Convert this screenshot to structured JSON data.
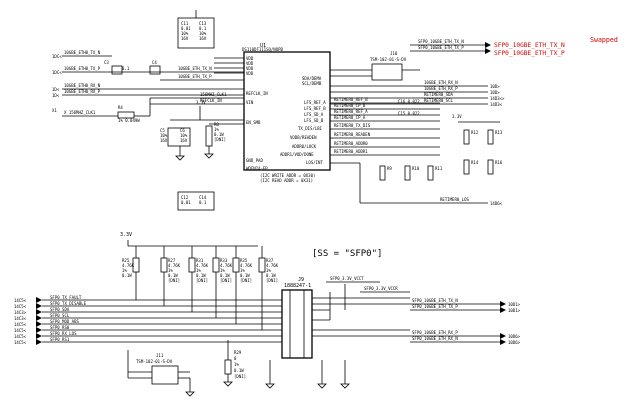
{
  "top_right_nets": {
    "tx_n": "SFP0_10GBE_ETH_TX_N",
    "tx_p": "SFP0_10GBE_ETH_TX_P",
    "note": "Swapped"
  },
  "left_nets": [
    "10GBE_ETH0_TX_N",
    "10GBE_ETH0_TX_P",
    "10GBE_ETH0_RX_N",
    "10GBE_ETH0_RX_P"
  ],
  "clk_net": "X 156MHZ_CLK1",
  "supply": "3.3V",
  "retimer": {
    "refdes": "U1",
    "part": "DS110DF111SQ/NOPB",
    "pins_left": [
      "VDD",
      "VDD",
      "VDD",
      "VDD",
      "REFCLK_IN",
      "VIN",
      "EN_SMB",
      "GND_PAD"
    ],
    "pins_right": [
      "SDA/DEMA",
      "SCL/DEMB",
      "LFS_REF_A",
      "LFS_REF_B",
      "LFS_SD_A",
      "LFS_SD_B",
      "TX_DIS/LBI",
      "VODB/READEN",
      "ADDR0/LOCK",
      "ADDR1/VOD/DONE",
      "LOS/INT"
    ],
    "footprint": "WQFN24-EP",
    "note1": "(I2C WRITE ADDR = 0X30)",
    "note2": "(I2C READ ADDR = 0X31)"
  },
  "retimer_nets": [
    "RETIMER0_REF_B",
    "RETIMER0_CP_B",
    "RETIMER0_REF_A",
    "RETIMER0_CP_A",
    "RETIMER0_TX_DIS",
    "RETIMER0_READEN",
    "RETIMER0_ADDR0",
    "RETIMER0_ADDR1",
    "RETIMER0_LOS"
  ],
  "retimer_right_nets": [
    "10GBE_ETH_RX_N",
    "10GBE_ETH_RX_P",
    "RETIMER0_SDA",
    "RETIMER0_SCL"
  ],
  "j10": {
    "refdes": "J10",
    "part": "TSM-102-01-S-DV"
  },
  "j11": {
    "refdes": "J11",
    "part": "TSM-102-01-S-DV"
  },
  "ss_label": "[SS = \"SFP0\"]",
  "sfp_signals": [
    "SFP0_TX_FAULT",
    "SFP0_TX_DISABLE",
    "SFP0_SDA",
    "SFP0_SCL",
    "SFP0_MOD_ABS",
    "SFP0_RS0",
    "SFP0_RX_LOS",
    "SFP0_RS1"
  ],
  "sfp_bus_labels": [
    "14C5<",
    "14C5<",
    "14C3>",
    "14C3<",
    "14C5<",
    "14C5<",
    "14C5<",
    "14C5<"
  ],
  "pullups": [
    {
      "ref": "R25",
      "val": "4.76K",
      "tol": "1%",
      "pwr": "0.1W",
      "dni": ""
    },
    {
      "ref": "R27",
      "val": "4.76K",
      "tol": "1%",
      "pwr": "0.1W",
      "dni": "[DNI]"
    },
    {
      "ref": "R31",
      "val": "4.76K",
      "tol": "1%",
      "pwr": "0.1W",
      "dni": "[DNI]"
    },
    {
      "ref": "R33",
      "val": "4.76K",
      "tol": "1%",
      "pwr": "0.1W",
      "dni": "[DNI]"
    },
    {
      "ref": "R35",
      "val": "4.76K",
      "tol": "1%",
      "pwr": "0.1W",
      "dni": "[DNI]"
    },
    {
      "ref": "R37",
      "val": "4.76K",
      "tol": "1%",
      "pwr": "0.1W",
      "dni": "[DNI]"
    }
  ],
  "r29": {
    "ref": "R29",
    "val": "0",
    "tol": "1%",
    "pwr": "0.1W",
    "dni": "[DNI]"
  },
  "j9": {
    "refdes": "J9",
    "part": "1888247-1"
  },
  "vcc_nets": [
    "SFP0_3.3V_VCCT",
    "SFP0_3.3V_VCCR"
  ],
  "sfp_right_nets": [
    "SFP0_10GBE_ETH_TX_N",
    "SFP0_10GBE_ETH_TX_P",
    "SFP0_10GBE_ETH_RX_P",
    "SFP0_10GBE_ETH_RX_N"
  ],
  "sfp_right_ports": [
    "10D1>",
    "10D1>",
    "10D6>",
    "10D6>"
  ]
}
